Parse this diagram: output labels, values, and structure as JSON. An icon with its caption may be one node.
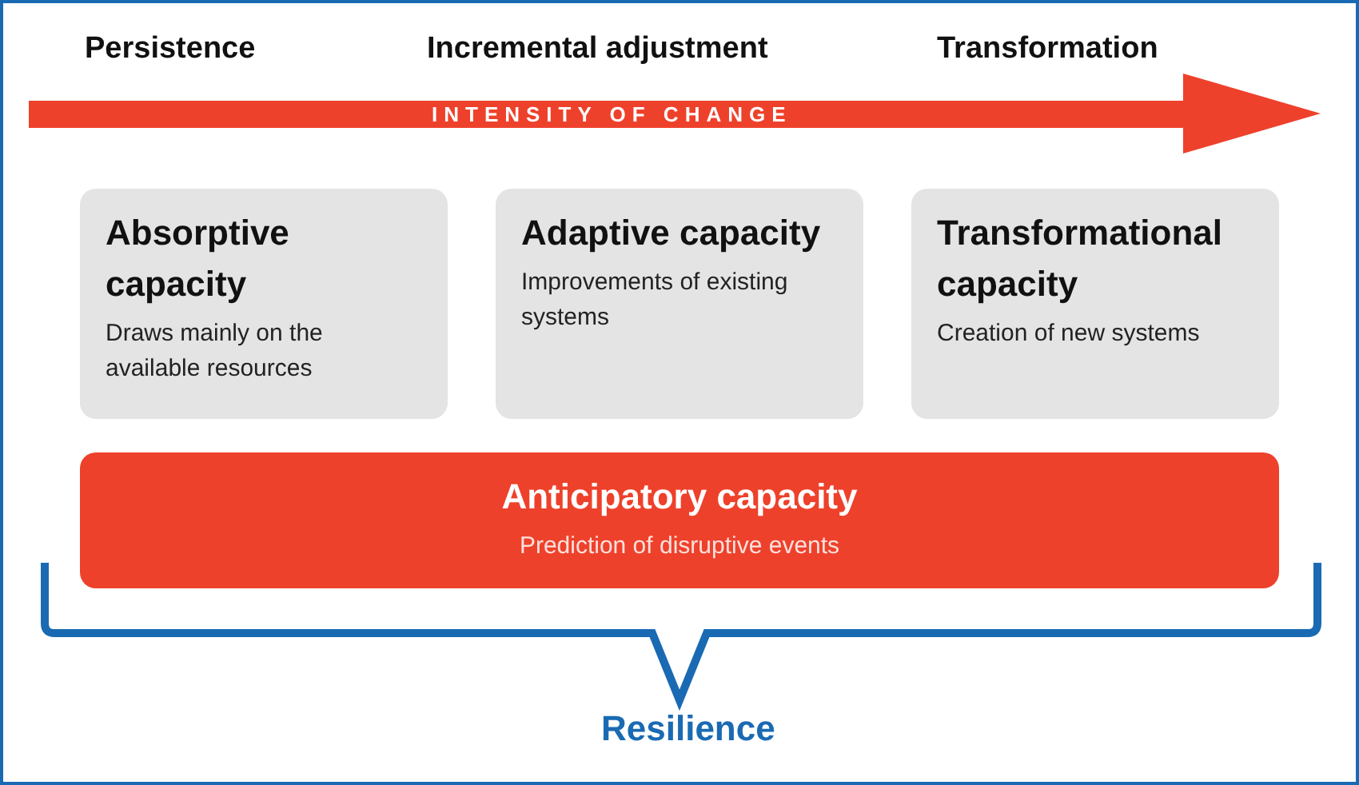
{
  "diagram": {
    "nodes": [
      {
        "text": [
          "Absorptive capacity",
          "Draws mainly on the available resources"
        ]
      },
      {
        "text": [
          "Adaptive capacity",
          "Improvements of existing systems"
        ]
      },
      {
        "text": [
          "Transformational capacity",
          "Creation of new systems"
        ]
      },
      {
        "text": [
          "Anticipatory capacity",
          "Prediction of disruptive events"
        ]
      }
    ],
    "edges": [],
    "labels": [
      "Persistence",
      "Incremental adjustment",
      "Transformation",
      "INTENSITY OF CHANGE",
      "Resilience"
    ]
  }
}
